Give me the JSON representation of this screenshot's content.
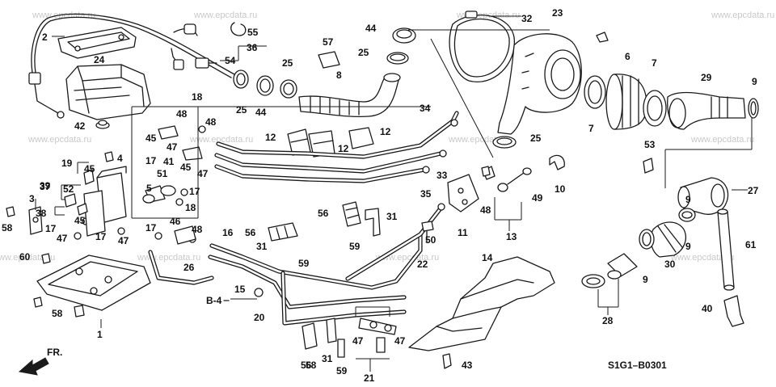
{
  "watermark_text": "www.epcdata.ru",
  "diagram_code": "S1G1–B0301",
  "front_indicator": "FR.",
  "reference": "B-4",
  "callouts": [
    "1",
    "2",
    "3",
    "4",
    "5",
    "6",
    "7",
    "7",
    "8",
    "9",
    "9",
    "9",
    "9",
    "10",
    "11",
    "12",
    "12",
    "12",
    "13",
    "14",
    "15",
    "16",
    "17",
    "17",
    "17",
    "17",
    "17",
    "18",
    "18",
    "19",
    "20",
    "21",
    "22",
    "23",
    "24",
    "25",
    "25",
    "25",
    "25",
    "26",
    "27",
    "28",
    "29",
    "30",
    "31",
    "31",
    "31",
    "32",
    "33",
    "34",
    "35",
    "36",
    "37",
    "38",
    "39",
    "40",
    "41",
    "42",
    "43",
    "44",
    "44",
    "45",
    "45",
    "45",
    "45",
    "46",
    "47",
    "47",
    "47",
    "47",
    "47",
    "47",
    "48",
    "48",
    "48",
    "48",
    "49",
    "50",
    "51",
    "52",
    "53",
    "54",
    "55",
    "56",
    "56",
    "56",
    "57",
    "58",
    "58",
    "58",
    "59",
    "59",
    "59",
    "60",
    "61"
  ]
}
